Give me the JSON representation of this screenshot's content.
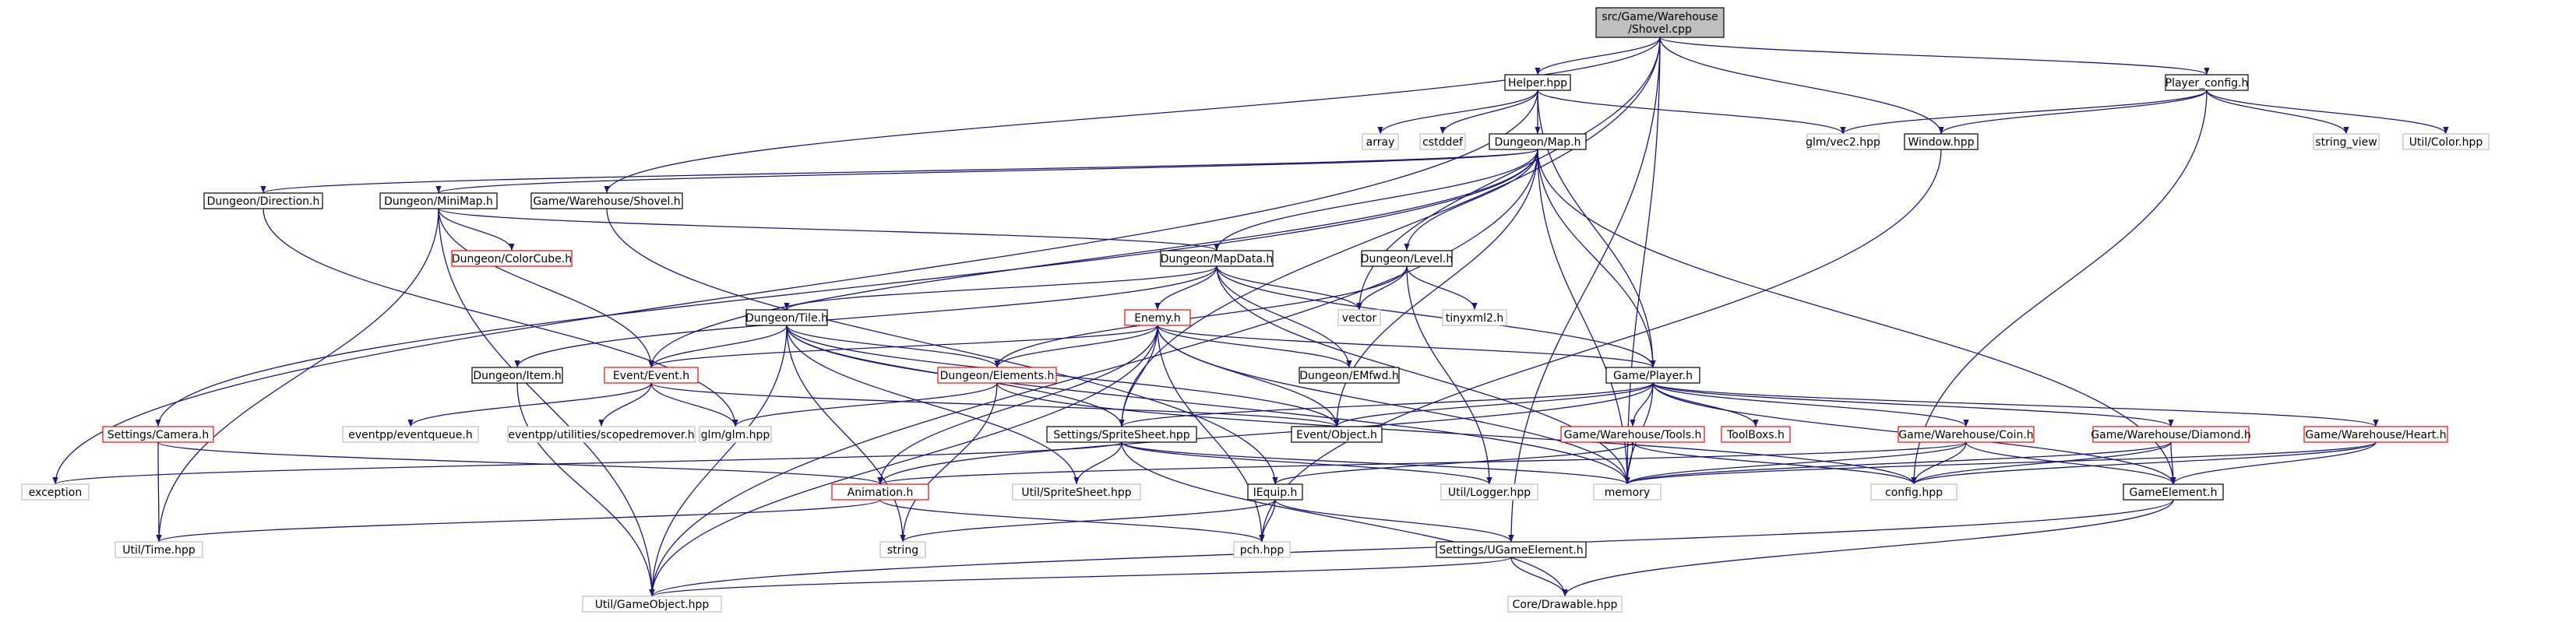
{
  "graph": {
    "colors": {
      "edge": "#191970",
      "node_fill": "#ffffff",
      "root_fill": "#bfbfbf",
      "border_default": "#000000",
      "border_missing": "#bfbfbf",
      "border_truncated": "#ff0000",
      "text": "#000000"
    },
    "nodes": {
      "root": {
        "lines": [
          "src/Game/Warehouse",
          "/Shovel.cpp"
        ],
        "style": "root"
      },
      "helper": {
        "lines": [
          "Helper.hpp"
        ],
        "style": "default"
      },
      "player_config": {
        "lines": [
          "Player_config.h"
        ],
        "style": "default"
      },
      "array": {
        "lines": [
          "array"
        ],
        "style": "missing"
      },
      "cstddef": {
        "lines": [
          "cstddef"
        ],
        "style": "missing"
      },
      "dungeon_map": {
        "lines": [
          "Dungeon/Map.h"
        ],
        "style": "default"
      },
      "glm_vec2": {
        "lines": [
          "glm/vec2.hpp"
        ],
        "style": "missing"
      },
      "window": {
        "lines": [
          "Window.hpp"
        ],
        "style": "default"
      },
      "string_view": {
        "lines": [
          "string_view"
        ],
        "style": "missing"
      },
      "util_color": {
        "lines": [
          "Util/Color.hpp"
        ],
        "style": "missing"
      },
      "dungeon_direction": {
        "lines": [
          "Dungeon/Direction.h"
        ],
        "style": "default"
      },
      "dungeon_minimap": {
        "lines": [
          "Dungeon/MiniMap.h"
        ],
        "style": "default"
      },
      "gw_shovel": {
        "lines": [
          "Game/Warehouse/Shovel.h"
        ],
        "style": "default"
      },
      "dungeon_colorcube": {
        "lines": [
          "Dungeon/ColorCube.h"
        ],
        "style": "truncated"
      },
      "dungeon_mapdata": {
        "lines": [
          "Dungeon/MapData.h"
        ],
        "style": "default"
      },
      "dungeon_level": {
        "lines": [
          "Dungeon/Level.h"
        ],
        "style": "default"
      },
      "vector": {
        "lines": [
          "vector"
        ],
        "style": "missing"
      },
      "tinyxml2": {
        "lines": [
          "tinyxml2.h"
        ],
        "style": "missing"
      },
      "dungeon_tile": {
        "lines": [
          "Dungeon/Tile.h"
        ],
        "style": "default"
      },
      "enemy": {
        "lines": [
          "Enemy.h"
        ],
        "style": "truncated"
      },
      "dungeon_item": {
        "lines": [
          "Dungeon/Item.h"
        ],
        "style": "default"
      },
      "dungeon_elements": {
        "lines": [
          "Dungeon/Elements.h"
        ],
        "style": "truncated"
      },
      "dungeon_emfwd": {
        "lines": [
          "Dungeon/EMfwd.h"
        ],
        "style": "default"
      },
      "game_player": {
        "lines": [
          "Game/Player.h"
        ],
        "style": "default"
      },
      "event_event": {
        "lines": [
          "Event/Event.h"
        ],
        "style": "truncated"
      },
      "settings_camera": {
        "lines": [
          "Settings/Camera.h"
        ],
        "style": "truncated"
      },
      "eventpp_queue": {
        "lines": [
          "eventpp/eventqueue.h"
        ],
        "style": "missing"
      },
      "eventpp_scoped": {
        "lines": [
          "eventpp/utilities/scopedremover.h"
        ],
        "style": "missing"
      },
      "glm_glm": {
        "lines": [
          "glm/glm.hpp"
        ],
        "style": "missing"
      },
      "event_object": {
        "lines": [
          "Event/Object.h"
        ],
        "style": "default"
      },
      "settings_spritesheet": {
        "lines": [
          "Settings/SpriteSheet.hpp"
        ],
        "style": "default"
      },
      "gw_tools": {
        "lines": [
          "Game/Warehouse/Tools.h"
        ],
        "style": "truncated"
      },
      "toolboxs": {
        "lines": [
          "ToolBoxs.h"
        ],
        "style": "truncated"
      },
      "gw_coin": {
        "lines": [
          "Game/Warehouse/Coin.h"
        ],
        "style": "truncated"
      },
      "gw_diamond": {
        "lines": [
          "Game/Warehouse/Diamond.h"
        ],
        "style": "truncated"
      },
      "gw_heart": {
        "lines": [
          "Game/Warehouse/Heart.h"
        ],
        "style": "truncated"
      },
      "exception": {
        "lines": [
          "exception"
        ],
        "style": "missing"
      },
      "util_spritesheet": {
        "lines": [
          "Util/SpriteSheet.hpp"
        ],
        "style": "missing"
      },
      "animation": {
        "lines": [
          "Animation.h"
        ],
        "style": "truncated"
      },
      "iequip": {
        "lines": [
          "IEquip.h"
        ],
        "style": "default"
      },
      "util_logger": {
        "lines": [
          "Util/Logger.hpp"
        ],
        "style": "missing"
      },
      "memory": {
        "lines": [
          "memory"
        ],
        "style": "missing"
      },
      "config": {
        "lines": [
          "config.hpp"
        ],
        "style": "missing"
      },
      "game_element": {
        "lines": [
          "GameElement.h"
        ],
        "style": "default"
      },
      "util_time": {
        "lines": [
          "Util/Time.hpp"
        ],
        "style": "missing"
      },
      "string": {
        "lines": [
          "string"
        ],
        "style": "missing"
      },
      "pch": {
        "lines": [
          "pch.hpp"
        ],
        "style": "missing"
      },
      "settings_ugameelement": {
        "lines": [
          "Settings/UGameElement.h"
        ],
        "style": "default"
      },
      "util_gameobject": {
        "lines": [
          "Util/GameObject.hpp"
        ],
        "style": "missing"
      },
      "core_drawable": {
        "lines": [
          "Core/Drawable.hpp"
        ],
        "style": "missing"
      }
    },
    "edges": [
      [
        "root",
        "helper"
      ],
      [
        "root",
        "player_config"
      ],
      [
        "root",
        "window"
      ],
      [
        "root",
        "vector"
      ],
      [
        "root",
        "gw_shovel"
      ],
      [
        "root",
        "settings_spritesheet"
      ],
      [
        "root",
        "memory"
      ],
      [
        "root",
        "settings_ugameelement"
      ],
      [
        "helper",
        "array"
      ],
      [
        "helper",
        "cstddef"
      ],
      [
        "helper",
        "dungeon_map"
      ],
      [
        "helper",
        "glm_vec2"
      ],
      [
        "helper",
        "exception"
      ],
      [
        "helper",
        "game_player"
      ],
      [
        "player_config",
        "glm_vec2"
      ],
      [
        "player_config",
        "window"
      ],
      [
        "player_config",
        "string_view"
      ],
      [
        "player_config",
        "util_color"
      ],
      [
        "player_config",
        "config"
      ],
      [
        "window",
        "pch"
      ],
      [
        "dungeon_map",
        "dungeon_direction"
      ],
      [
        "dungeon_map",
        "dungeon_minimap"
      ],
      [
        "dungeon_map",
        "dungeon_mapdata"
      ],
      [
        "dungeon_map",
        "dungeon_level"
      ],
      [
        "dungeon_map",
        "settings_camera"
      ],
      [
        "dungeon_map",
        "event_event"
      ],
      [
        "dungeon_map",
        "game_player"
      ],
      [
        "dungeon_map",
        "event_object"
      ],
      [
        "dungeon_map",
        "memory"
      ],
      [
        "dungeon_map",
        "game_element"
      ],
      [
        "dungeon_map",
        "util_gameobject"
      ],
      [
        "dungeon_direction",
        "glm_glm"
      ],
      [
        "dungeon_minimap",
        "dungeon_colorcube"
      ],
      [
        "dungeon_minimap",
        "dungeon_mapdata"
      ],
      [
        "dungeon_minimap",
        "event_event"
      ],
      [
        "dungeon_minimap",
        "util_time"
      ],
      [
        "dungeon_minimap",
        "util_gameobject"
      ],
      [
        "gw_shovel",
        "iequip"
      ],
      [
        "dungeon_mapdata",
        "dungeon_tile"
      ],
      [
        "dungeon_mapdata",
        "enemy"
      ],
      [
        "dungeon_mapdata",
        "dungeon_item"
      ],
      [
        "dungeon_mapdata",
        "vector"
      ],
      [
        "dungeon_mapdata",
        "game_player"
      ],
      [
        "dungeon_mapdata",
        "dungeon_emfwd"
      ],
      [
        "dungeon_mapdata",
        "memory"
      ],
      [
        "dungeon_level",
        "dungeon_elements"
      ],
      [
        "dungeon_level",
        "vector"
      ],
      [
        "dungeon_level",
        "tinyxml2"
      ],
      [
        "dungeon_level",
        "util_logger"
      ],
      [
        "dungeon_tile",
        "event_event"
      ],
      [
        "dungeon_tile",
        "dungeon_elements"
      ],
      [
        "dungeon_tile",
        "settings_spritesheet"
      ],
      [
        "dungeon_tile",
        "event_object"
      ],
      [
        "dungeon_tile",
        "util_spritesheet"
      ],
      [
        "dungeon_tile",
        "string"
      ],
      [
        "dungeon_tile",
        "memory"
      ],
      [
        "dungeon_tile",
        "util_gameobject"
      ],
      [
        "enemy",
        "dungeon_elements"
      ],
      [
        "enemy",
        "dungeon_emfwd"
      ],
      [
        "enemy",
        "game_player"
      ],
      [
        "enemy",
        "event_event"
      ],
      [
        "enemy",
        "event_object"
      ],
      [
        "enemy",
        "settings_spritesheet"
      ],
      [
        "enemy",
        "animation"
      ],
      [
        "enemy",
        "memory"
      ],
      [
        "enemy",
        "util_gameobject"
      ],
      [
        "enemy",
        "pch"
      ],
      [
        "dungeon_item",
        "util_gameobject"
      ],
      [
        "dungeon_elements",
        "glm_glm"
      ],
      [
        "dungeon_elements",
        "string"
      ],
      [
        "dungeon_elements",
        "config"
      ],
      [
        "event_event",
        "eventpp_queue"
      ],
      [
        "event_event",
        "eventpp_scoped"
      ],
      [
        "event_event",
        "glm_glm"
      ],
      [
        "event_event",
        "event_object"
      ],
      [
        "settings_camera",
        "util_time"
      ],
      [
        "settings_camera",
        "animation"
      ],
      [
        "game_player",
        "event_object"
      ],
      [
        "game_player",
        "settings_spritesheet"
      ],
      [
        "game_player",
        "gw_tools"
      ],
      [
        "game_player",
        "toolboxs"
      ],
      [
        "game_player",
        "gw_coin"
      ],
      [
        "game_player",
        "gw_diamond"
      ],
      [
        "game_player",
        "gw_heart"
      ],
      [
        "game_player",
        "animation"
      ],
      [
        "game_player",
        "memory"
      ],
      [
        "game_player",
        "game_element"
      ],
      [
        "settings_spritesheet",
        "util_spritesheet"
      ],
      [
        "settings_spritesheet",
        "util_logger"
      ],
      [
        "settings_spritesheet",
        "memory"
      ],
      [
        "settings_spritesheet",
        "exception"
      ],
      [
        "settings_spritesheet",
        "core_drawable"
      ],
      [
        "gw_tools",
        "iequip"
      ],
      [
        "gw_tools",
        "config"
      ],
      [
        "gw_tools",
        "memory"
      ],
      [
        "gw_coin",
        "game_element"
      ],
      [
        "gw_coin",
        "config"
      ],
      [
        "gw_coin",
        "memory"
      ],
      [
        "gw_coin",
        "animation"
      ],
      [
        "gw_diamond",
        "game_element"
      ],
      [
        "gw_diamond",
        "config"
      ],
      [
        "gw_diamond",
        "memory"
      ],
      [
        "gw_heart",
        "game_element"
      ],
      [
        "gw_heart",
        "config"
      ],
      [
        "gw_heart",
        "memory"
      ],
      [
        "game_element",
        "core_drawable"
      ],
      [
        "game_element",
        "util_gameobject"
      ],
      [
        "animation",
        "util_time"
      ],
      [
        "animation",
        "pch"
      ],
      [
        "iequip",
        "string"
      ],
      [
        "iequip",
        "pch"
      ],
      [
        "iequip",
        "settings_ugameelement"
      ],
      [
        "settings_ugameelement",
        "core_drawable"
      ],
      [
        "settings_ugameelement",
        "util_gameobject"
      ]
    ]
  }
}
